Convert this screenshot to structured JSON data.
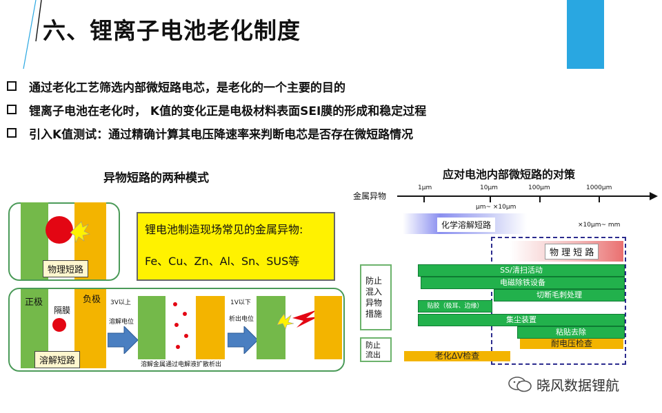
{
  "title": "六、锂离子电池老化制度",
  "bullets": [
    "通过老化工艺筛选内部微短路电芯，是老化的一个主要的目的",
    "锂离子电池在老化时， K值的变化正是电极材料表面SEI膜的形成和稳定过程",
    "引入K值测试：通过精确计算其电压降速率来判断电芯是否存在微短路情况"
  ],
  "left_panel": {
    "heading": "异物短路的两种模式",
    "physical_short": "物理短路",
    "metal_box_title": "锂电池制造现场常见的金属异物:",
    "metal_box_list": "Fe、Cu、Zn、Al、Sn、SUS等",
    "positive": "正极",
    "separator": "隔膜",
    "negative": "负极",
    "dissolve_short": "溶解短路",
    "above_3v": "3V以上",
    "dissolve_potential": "溶解电位",
    "below_1v": "1V以下",
    "precipitate_potential": "析出电位",
    "diffusion_note": "溶解金属通过电解液扩散析出"
  },
  "right_panel": {
    "heading": "应对电池内部微短路的对策",
    "metal_foreign": "金属异物",
    "scale": [
      "1μm",
      "10μm",
      "100μm",
      "1000μm"
    ],
    "range1": "μm~ ×10μm",
    "range2": "×10μm~ mm",
    "chem_short": "化学溶解短路",
    "phys_short": "物 理 短 路",
    "prevent_mix": "防止混入异物措施",
    "prevent_flow": "防止流出",
    "bars": [
      "SS/清扫活动",
      "电磁除铁设备",
      "切断毛刺处理",
      "贴胶（极耳、边缘）",
      "集尘装置",
      "粘贴去除"
    ],
    "withstand": "耐电压检查",
    "aging_check": "老化ΔV检查"
  },
  "watermark": "晓风数据锂航",
  "colors": {
    "accent_blue": "#29a7e1",
    "green": "#74b94a",
    "yellow": "#f3b400",
    "bright_green": "#22b14c",
    "red": "#e30613"
  }
}
